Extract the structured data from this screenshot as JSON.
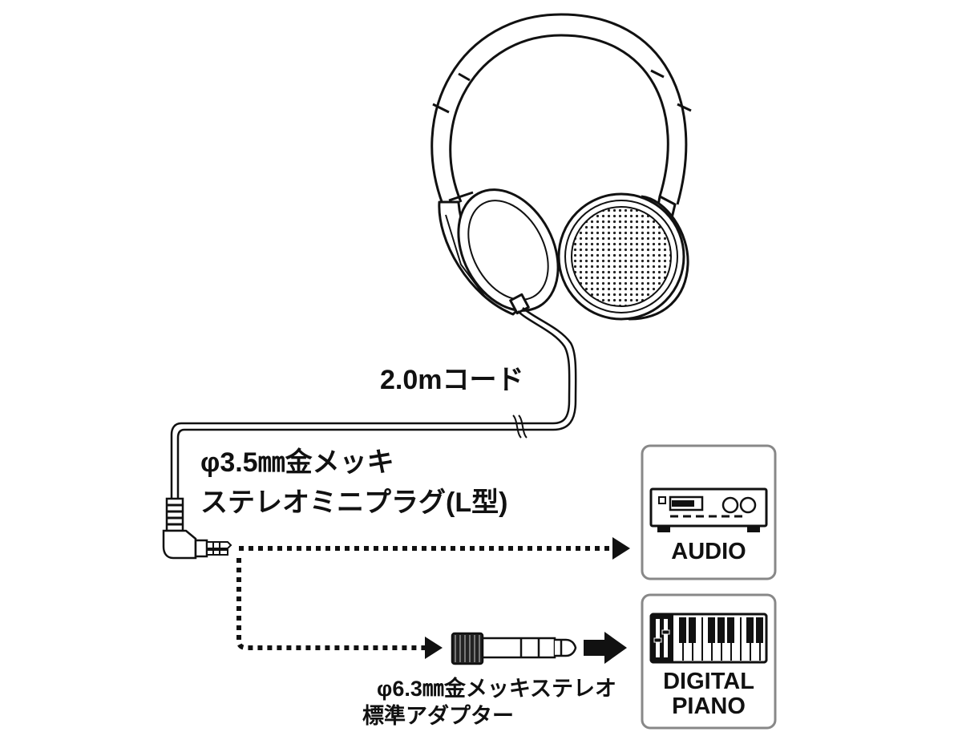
{
  "labels": {
    "cord": "2.0mコード",
    "plug_line1": "φ3.5㎜金メッキ",
    "plug_line2": "ステレオミニプラグ(L型)",
    "adapter_line1": "φ6.3㎜金メッキステレオ",
    "adapter_line2": "標準アダプター"
  },
  "devices": {
    "audio": {
      "label": "AUDIO",
      "icon": "audio-amplifier-icon"
    },
    "piano": {
      "label_line1": "DIGITAL",
      "label_line2": "PIANO",
      "icon": "keyboard-icon"
    }
  },
  "colors": {
    "line": "#111111",
    "box_border": "#888888",
    "background": "#ffffff"
  }
}
